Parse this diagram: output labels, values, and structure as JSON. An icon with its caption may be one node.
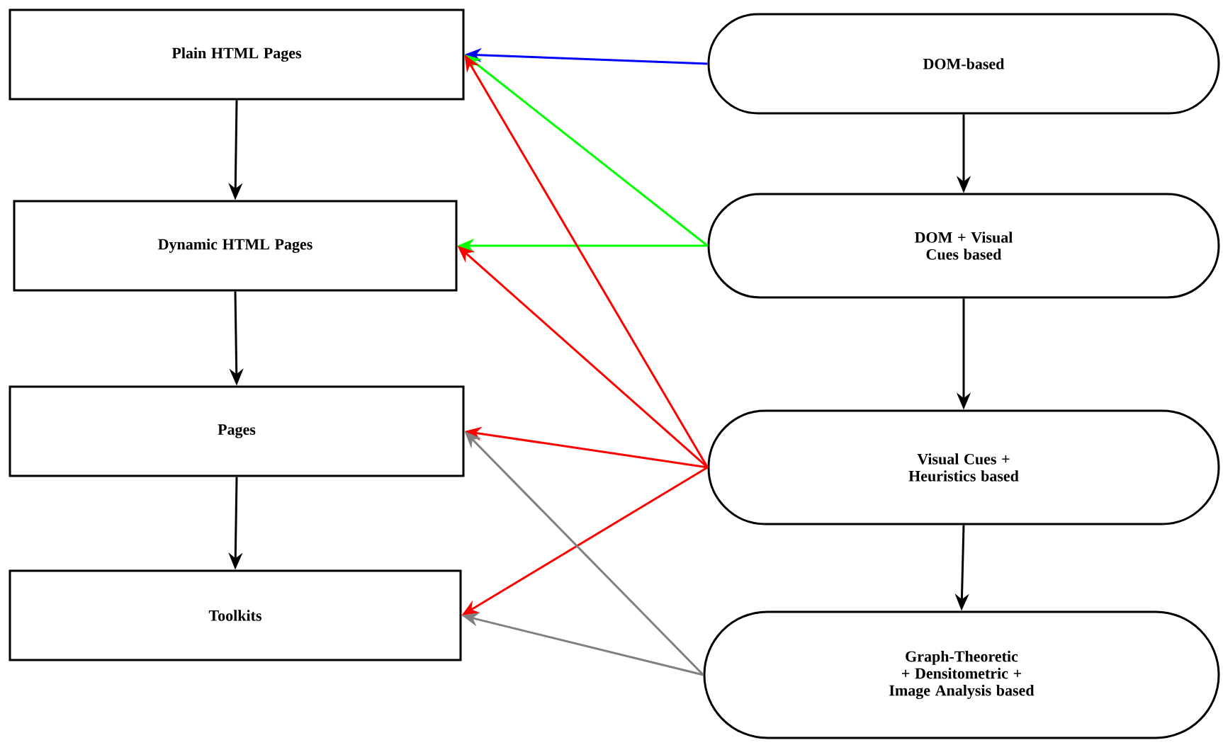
{
  "diagram": {
    "nodes": [
      {
        "text": [
          "Plain HTML Pages"
        ]
      },
      {
        "text": [
          "Dynamic HTML Pages"
        ]
      },
      {
        "text": [
          "Pages"
        ]
      },
      {
        "text": [
          "Toolkits"
        ]
      },
      {
        "text": [
          "DOM-based"
        ]
      },
      {
        "text": [
          "DOM + Visual Cues based"
        ]
      },
      {
        "text": [
          "Visual Cues + Heuristics based"
        ]
      },
      {
        "text": [
          "Graph-Theoretic + Densitometric + Image Analysis based"
        ]
      }
    ],
    "edges": [
      {
        "from": 0,
        "to": 1,
        "arrow": "to"
      },
      {
        "from": 1,
        "to": 2,
        "arrow": "to"
      },
      {
        "from": 2,
        "to": 3,
        "arrow": "to"
      },
      {
        "from": 4,
        "to": 5,
        "arrow": "to"
      },
      {
        "from": 5,
        "to": 6,
        "arrow": "to"
      },
      {
        "from": 6,
        "to": 7,
        "arrow": "to"
      },
      {
        "from": 4,
        "to": 0,
        "arrow": "to",
        "color": "#0000ff"
      },
      {
        "from": 5,
        "to": 0,
        "arrow": "to",
        "color": "#00ff00"
      },
      {
        "from": 5,
        "to": 1,
        "arrow": "to",
        "color": "#00ff00"
      },
      {
        "from": 6,
        "to": 0,
        "arrow": "to",
        "color": "#ff0000"
      },
      {
        "from": 6,
        "to": 1,
        "arrow": "to",
        "color": "#ff0000"
      },
      {
        "from": 6,
        "to": 2,
        "arrow": "to",
        "color": "#ff0000"
      },
      {
        "from": 6,
        "to": 3,
        "arrow": "to",
        "color": "#ff0000"
      },
      {
        "from": 7,
        "to": 2,
        "arrow": "to",
        "color": "#808080"
      },
      {
        "from": 7,
        "to": 3,
        "arrow": "to",
        "color": "#808080"
      }
    ]
  }
}
